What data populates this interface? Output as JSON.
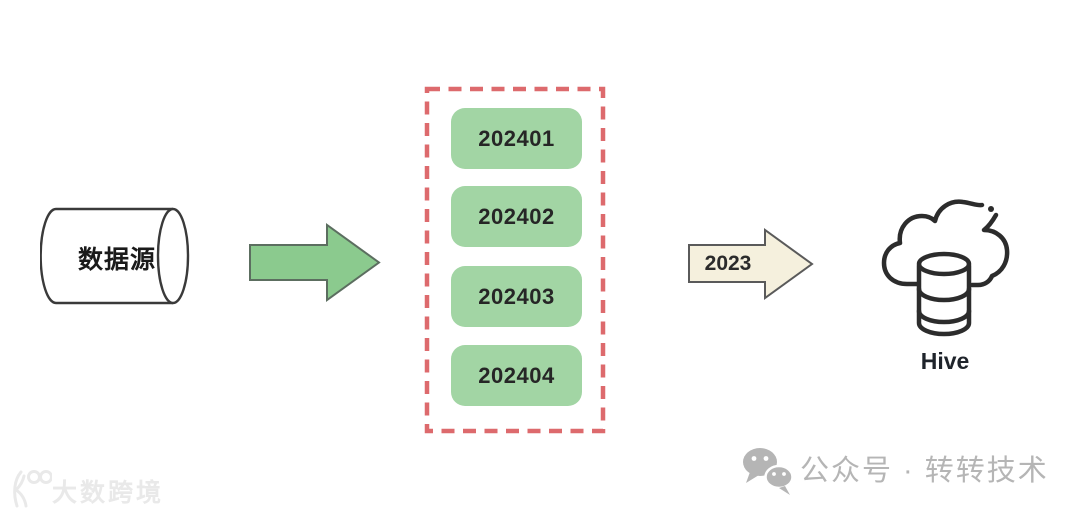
{
  "diagram": {
    "source": {
      "label": "数据源"
    },
    "flow_arrow": {
      "name": "green-right-arrow"
    },
    "batch_group": {
      "months": [
        "202401",
        "202402",
        "202403",
        "202404"
      ]
    },
    "year_arrow": {
      "label": "2023"
    },
    "target": {
      "label": "Hive",
      "icon": "cloud-database-icon"
    }
  },
  "footer": {
    "brand": "公众号 · 转转技术",
    "icon": "wechat-icon"
  },
  "watermark": {
    "brand": "大数跨境"
  },
  "colors": {
    "box_green": "#a2d5a4",
    "arrow_green": "#8bca8e",
    "arrow_green_border": "#5c6e60",
    "dashed_red": "#dd6a6d",
    "arrow_cream": "#f5f0dd",
    "arrow_cream_border": "#5a5a5a",
    "outline_dark": "#2c2c2c",
    "footer_gray": "#b5b5b5",
    "watermark_gray": "#e9e9e9"
  }
}
